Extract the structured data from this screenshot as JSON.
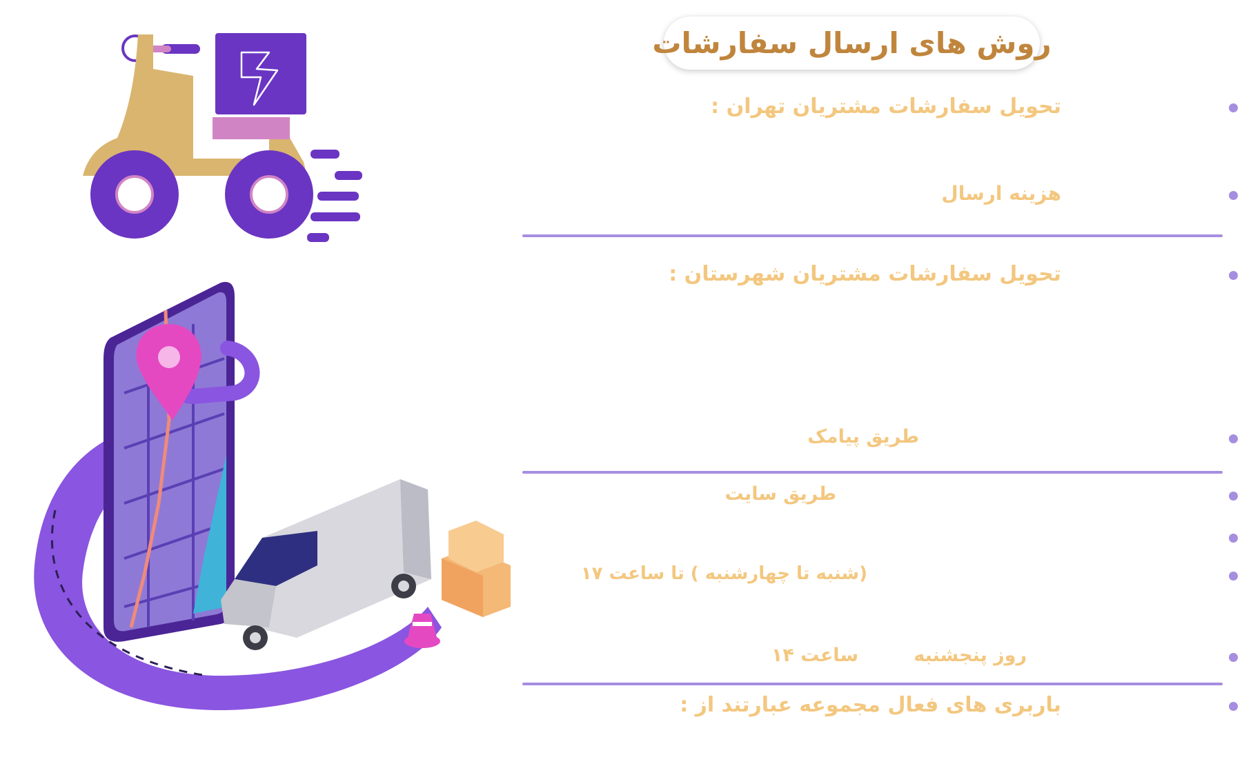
{
  "title": "روش های ارسال سفارشات",
  "sections": {
    "tehran_heading": "تحویل سفارشات مشتریان تهران :",
    "shipping_cost": "هزینه ارسال",
    "provinces_heading": "تحویل سفارشات مشتریان شهرستان :",
    "via_sms": "طریق پیامک",
    "via_site": "طریق سایت",
    "weekday_hours": "(شنبه تا چهارشنبه ) تا ساعت ۱۷",
    "thursday_day": "روز پنجشنبه",
    "thursday_hours": "ساعت ۱۴",
    "carriers_heading": "باربری های فعال مجموعه عبارتند از :"
  },
  "colors": {
    "title": "#c0853d",
    "text": "#f3c77f",
    "accent": "#a58ee0",
    "purple": "#6a35c2"
  },
  "icons": [
    "delivery-scooter-illustration",
    "lightning-icon",
    "phone-map-illustration",
    "location-pin-icon",
    "delivery-van-illustration",
    "cardboard-boxes-illustration",
    "traffic-cone-icon"
  ]
}
